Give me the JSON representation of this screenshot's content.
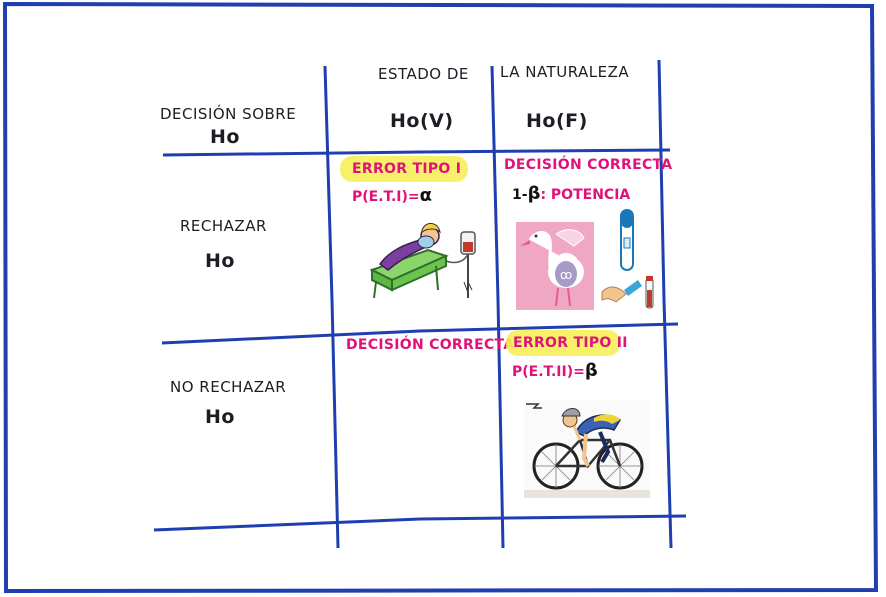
{
  "header": {
    "decision_label": "DECISIÓN SOBRE",
    "decision_h0": "Ho",
    "state_line1": "ESTADO DE",
    "state_line2": "LA NATURALEZA",
    "h0_true": "Ho(V)",
    "h0_false": "Ho(F)"
  },
  "rows": [
    {
      "label": "RECHAZAR",
      "h0": "Ho",
      "cells": [
        {
          "title": "ERROR TIPO I",
          "highlighted": true,
          "formula_prefix": "P(E.T.I)=",
          "formula_symbol": "α",
          "icon": "patient-in-bed-icon"
        },
        {
          "title": "DECISIÓN CORRECTA",
          "highlighted": false,
          "formula_prefix": "1-",
          "formula_symbol": "β",
          "formula_suffix": ": POTENCIA",
          "icon": "stork-pregnancy-test-icon"
        }
      ]
    },
    {
      "label": "NO RECHAZAR",
      "h0": "Ho",
      "cells": [
        {
          "title": "DECISIÓN CORRECTA",
          "highlighted": false
        },
        {
          "title": "ERROR TIPO II",
          "highlighted": true,
          "formula_prefix": "P(E.T.II)=",
          "formula_symbol": "β",
          "icon": "cyclist-icon"
        }
      ]
    }
  ],
  "colors": {
    "grid": "#1f3fb0",
    "accent_text": "#e0127a",
    "highlight": "#f6ef5a"
  }
}
